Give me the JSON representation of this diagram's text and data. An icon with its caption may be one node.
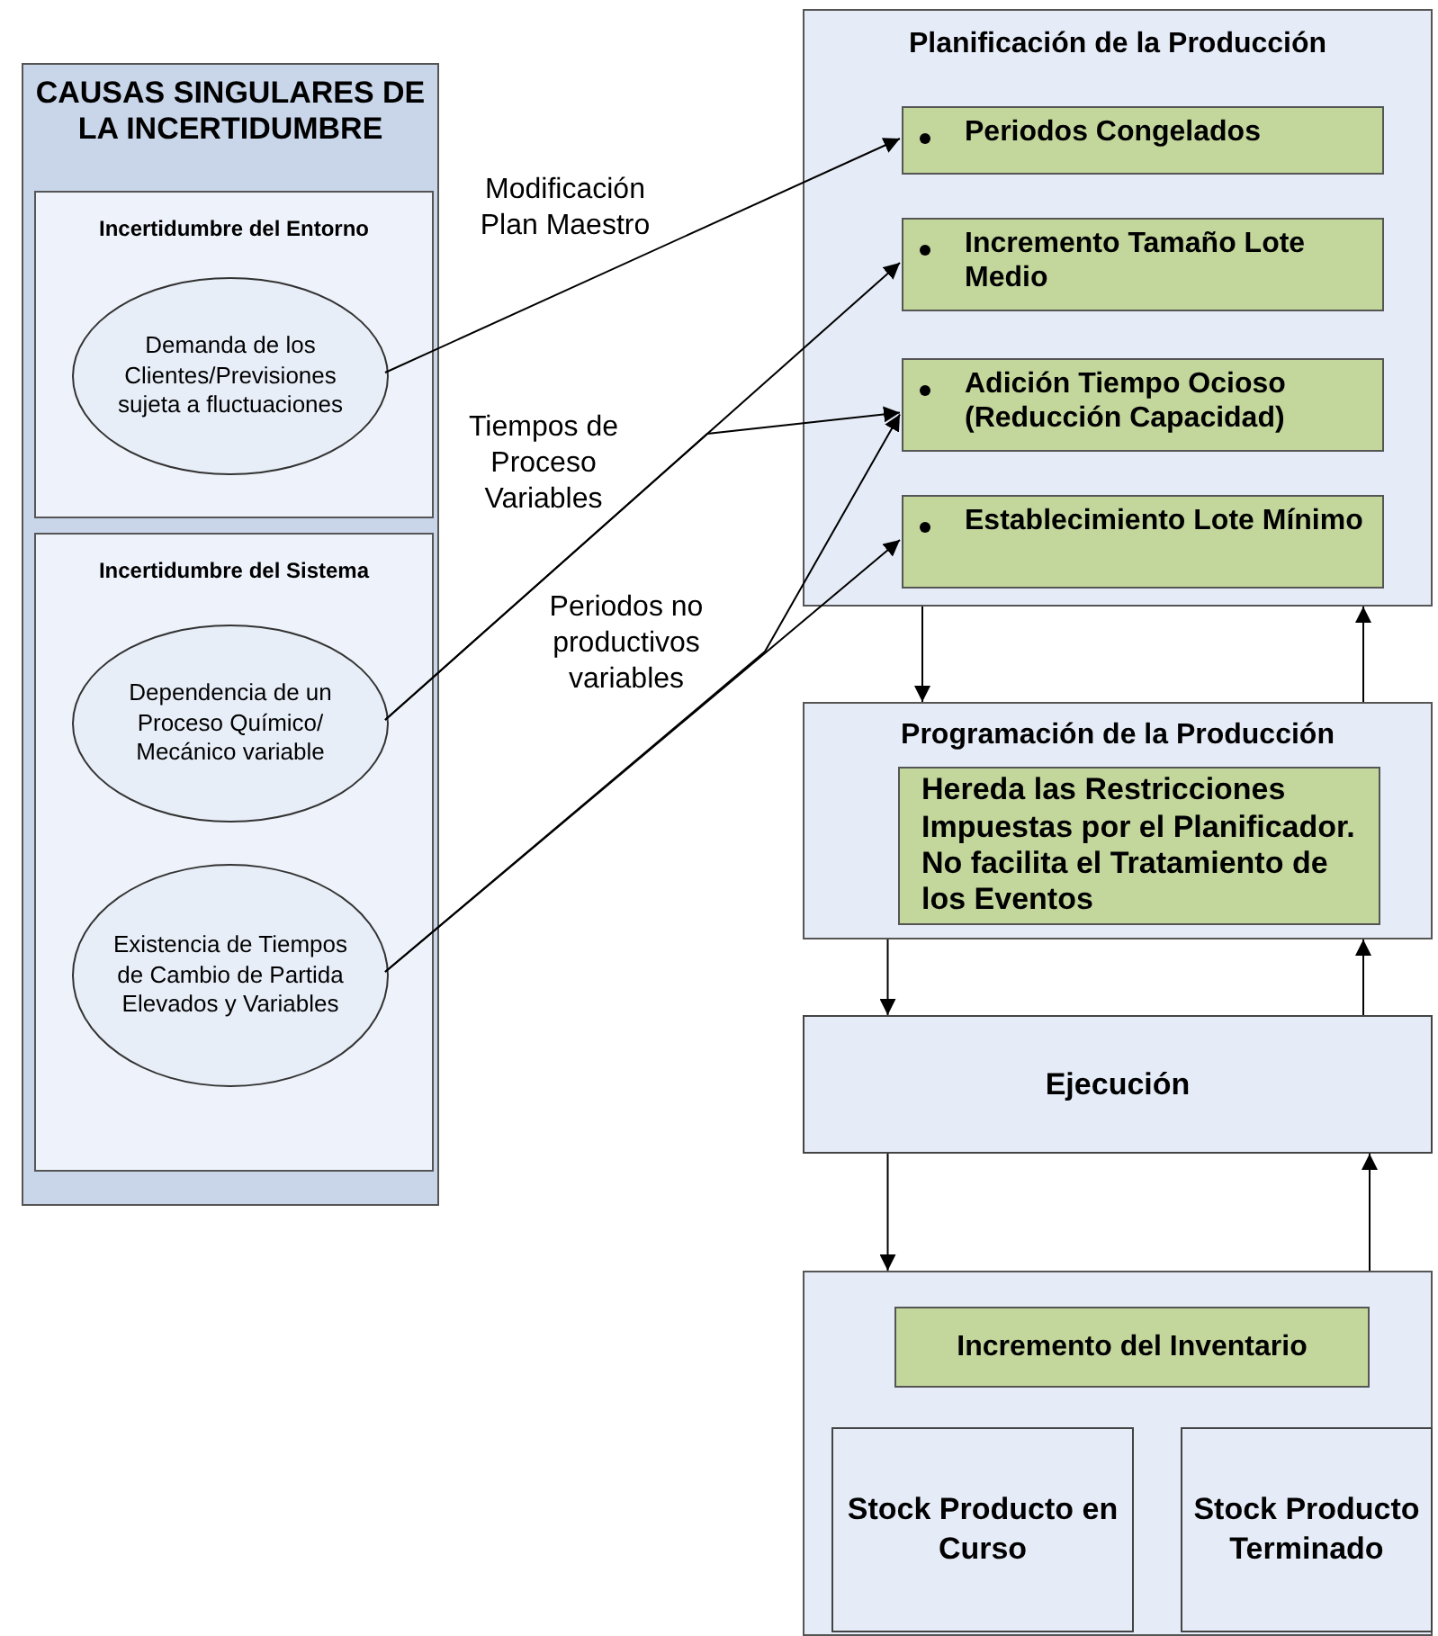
{
  "diagram": {
    "nodes": [
      {
        "text": [
          "CAUSAS SINGULARES DE LA INCERTIDUMBRE"
        ]
      },
      {
        "text": [
          "Incertidumbre del Entorno"
        ],
        "in": 0
      },
      {
        "text": [
          "Demanda de los Clientes/Previsiones sujeta a fluctuaciones"
        ],
        "in": 1
      },
      {
        "text": [
          "Incertidumbre del Sistema"
        ],
        "in": 0
      },
      {
        "text": [
          "Dependencia de un Proceso Químico/ Mecánico variable"
        ],
        "in": 3
      },
      {
        "text": [
          "Existencia de Tiempos de Cambio de Partida Elevados y Variables"
        ],
        "in": 3
      },
      {
        "text": [
          "Planificación de la Producción"
        ]
      },
      {
        "text": [
          "Periodos Congelados"
        ],
        "in": 6
      },
      {
        "text": [
          "Incremento Tamaño Lote Medio"
        ],
        "in": 6
      },
      {
        "text": [
          "Adición Tiempo Ocioso (Reducción Capacidad)"
        ],
        "in": 6
      },
      {
        "text": [
          "Establecimiento Lote Mínimo"
        ],
        "in": 6
      },
      {
        "text": [
          "Programación de la Producción"
        ]
      },
      {
        "text": [
          "Hereda las Restricciones Impuestas por el Planificador. No facilita el Tratamiento de los Eventos"
        ],
        "in": 11
      },
      {
        "text": [
          "Ejecución"
        ]
      },
      {
        "text": [],
        "shape": "box"
      },
      {
        "text": [
          "Incremento del Inventario"
        ],
        "in": 14
      },
      {
        "text": [
          "Stock Producto en Curso"
        ],
        "in": 14
      },
      {
        "text": [
          "Stock Producto Terminado"
        ],
        "in": 14
      }
    ],
    "edges": [
      {
        "from": 2,
        "to": 7,
        "arrow": "to",
        "label": "Modificación Plan Maestro"
      },
      {
        "from": 4,
        "to": 8,
        "arrow": "to",
        "label": "Tiempos de Proceso Variables"
      },
      {
        "from": 4,
        "to": 9,
        "arrow": "to"
      },
      {
        "from": 5,
        "to": 10,
        "arrow": "to",
        "label": "Periodos no productivos variables"
      },
      {
        "from": 5,
        "to": 9,
        "arrow": "to"
      },
      {
        "from": 6,
        "to": 11,
        "arrow": "to"
      },
      {
        "from": 11,
        "to": 6,
        "arrow": "to"
      },
      {
        "from": 11,
        "to": 13,
        "arrow": "to"
      },
      {
        "from": 13,
        "to": 11,
        "arrow": "to"
      },
      {
        "from": 13,
        "to": 14,
        "arrow": "to"
      },
      {
        "from": 14,
        "to": 13,
        "arrow": "to"
      }
    ]
  }
}
